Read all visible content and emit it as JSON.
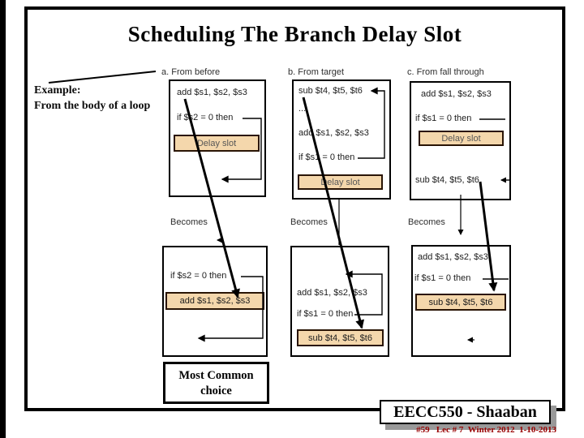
{
  "slide": {
    "title": "Scheduling The Branch Delay Slot",
    "example": {
      "label": "Example:",
      "text": "From the body of a loop"
    },
    "most_common": {
      "line1": "Most Common",
      "line2": "choice"
    },
    "footer": {
      "course": "EECC550 - Shaaban",
      "meta": "#59   Lec # 7  Winter 2012  1-10-2013"
    }
  },
  "columns": {
    "a": {
      "heading": "a. From before",
      "top": {
        "l1": "add $s1, $s2, $s3",
        "l2": "if $s2 = 0 then",
        "slot": "Delay slot"
      },
      "becomes": "Becomes",
      "bottom": {
        "l1": "if $s2 = 0 then",
        "slot": "add $s1, $s2, $s3"
      }
    },
    "b": {
      "heading": "b. From target",
      "top": {
        "l1": "sub $t4, $t5, $t6",
        "l2": "...",
        "l3": "add $s1, $s2, $s3",
        "l4": "if $s1 = 0 then",
        "slot": "Delay slot"
      },
      "becomes": "Becomes",
      "bottom": {
        "l1": "add $s1, $s2, $s3",
        "l2": "if $s1 = 0 then",
        "slot": "sub $t4, $t5, $t6"
      }
    },
    "c": {
      "heading": "c. From fall through",
      "top": {
        "l1": "add $s1, $s2, $s3",
        "l2": "if $s1 = 0 then",
        "slot": "Delay slot",
        "l3": "sub $t4, $t5, $t6"
      },
      "becomes": "Becomes",
      "bottom": {
        "l1": "add $s1, $s2, $s3",
        "l2": "if $s1 = 0 then",
        "slot": "sub $t4, $t5, $t6"
      }
    }
  },
  "colors": {
    "delay_slot_fill": "#f4d7ac",
    "delay_slot_border": "#2a1505",
    "footer_meta_red": "#990000",
    "footer_shadow_gray": "#999999",
    "line_black": "#000000"
  }
}
